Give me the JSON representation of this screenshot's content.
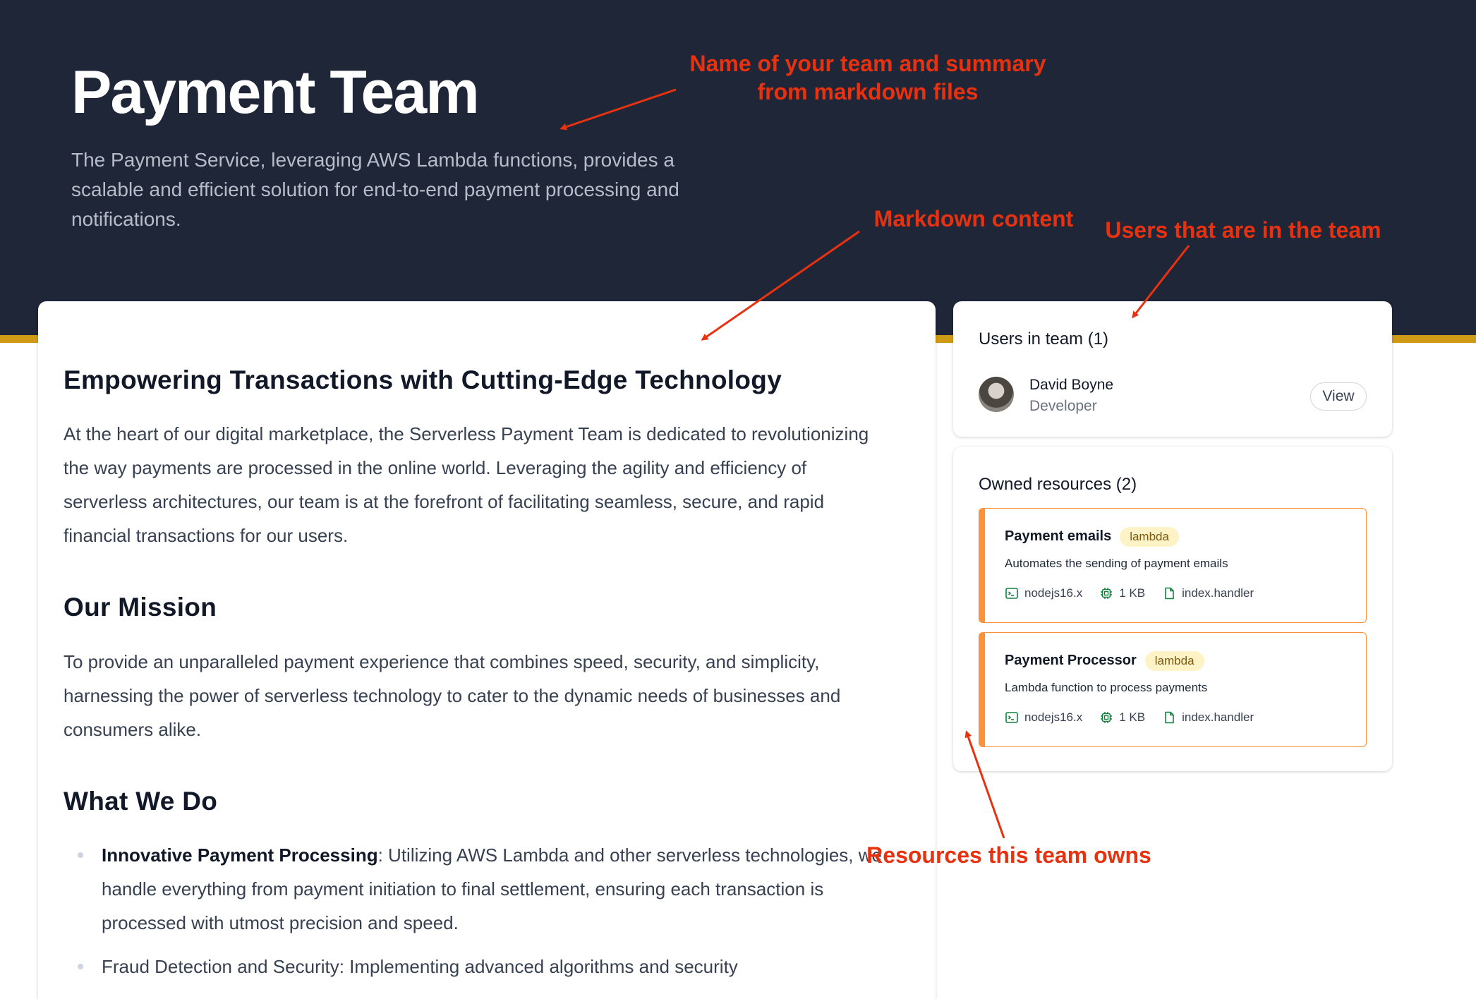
{
  "hero": {
    "title": "Payment Team",
    "summary": "The Payment Service, leveraging AWS Lambda functions, provides a scalable and efficient solution for end-to-end payment processing and notifications."
  },
  "markdown": {
    "heading": "Empowering Transactions with Cutting-Edge Technology",
    "intro": "At the heart of our digital marketplace, the Serverless Payment Team is dedicated to revolutionizing the way payments are processed in the online world. Leveraging the agility and efficiency of serverless architectures, our team is at the forefront of facilitating seamless, secure, and rapid financial transactions for our users.",
    "mission_heading": "Our Mission",
    "mission_text": "To provide an unparalleled payment experience that combines speed, security, and simplicity, harnessing the power of serverless technology to cater to the dynamic needs of businesses and consumers alike.",
    "whatwedo_heading": "What We Do",
    "list": [
      {
        "strong": "Innovative Payment Processing",
        "text": ": Utilizing AWS Lambda and other serverless technologies, we handle everything from payment initiation to final settlement, ensuring each transaction is processed with utmost precision and speed."
      },
      {
        "strong": "",
        "text": "Fraud Detection and Security: Implementing advanced algorithms and security"
      }
    ]
  },
  "users": {
    "title": "Users in team (1)",
    "members": [
      {
        "name": "David Boyne",
        "role": "Developer",
        "action": "View"
      }
    ]
  },
  "resources": {
    "title": "Owned resources (2)",
    "items": [
      {
        "name": "Payment emails",
        "badge": "lambda",
        "description": "Automates the sending of payment emails",
        "runtime": "nodejs16.x",
        "size": "1 KB",
        "handler": "index.handler"
      },
      {
        "name": "Payment Processor",
        "badge": "lambda",
        "description": "Lambda function to process payments",
        "runtime": "nodejs16.x",
        "size": "1 KB",
        "handler": "index.handler"
      }
    ]
  },
  "annotations": {
    "team_name": "Name of your team and summary from markdown files",
    "markdown": "Markdown content",
    "users": "Users that are in the team",
    "resources": "Resources this team owns"
  },
  "colors": {
    "hero_bg": "#1f2638",
    "accent_stripe": "#cf9a15",
    "resource_accent": "#fb923c",
    "annotation": "#e8320f",
    "badge_bg": "#fef3c7"
  },
  "icons": [
    "terminal-icon",
    "chip-icon",
    "file-icon",
    "avatar"
  ]
}
